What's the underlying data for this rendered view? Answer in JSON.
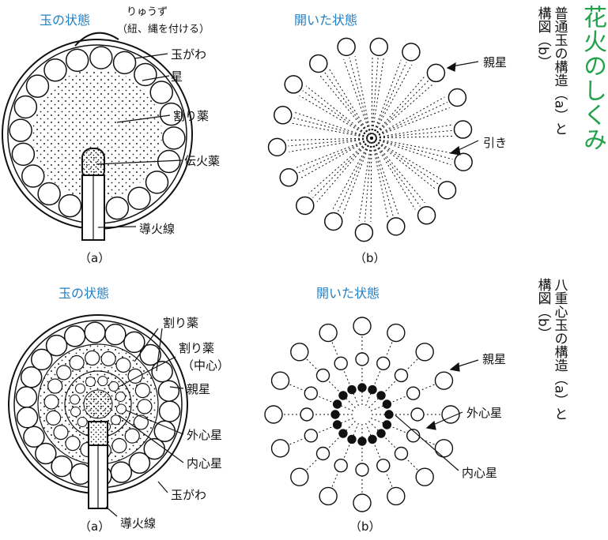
{
  "title": "花火のしくみ",
  "top": {
    "side_label": [
      "普通玉の構造（a）と",
      "構図（b）"
    ],
    "left_heading": "玉の状態",
    "right_heading": "開いた状態",
    "left_labels": [
      "りゅうず",
      "（紐、縄を付ける）",
      "玉がわ",
      "星",
      "割り薬",
      "伝火薬",
      "導火線"
    ],
    "right_labels": [
      "親星",
      "引き"
    ],
    "caption_a": "（a）",
    "caption_b": "（b）"
  },
  "bottom": {
    "side_label": [
      "八重心玉の構造（a）と",
      "構図（b）"
    ],
    "left_heading": "玉の状態",
    "right_heading": "開いた状態",
    "left_labels": [
      "割り薬",
      "割り薬",
      "（中心）",
      "親星",
      "外心星",
      "内心星",
      "玉がわ",
      "導火線"
    ],
    "right_labels": [
      "親星",
      "外心星",
      "内心星"
    ],
    "caption_a": "（a）",
    "caption_b": "（b）"
  }
}
